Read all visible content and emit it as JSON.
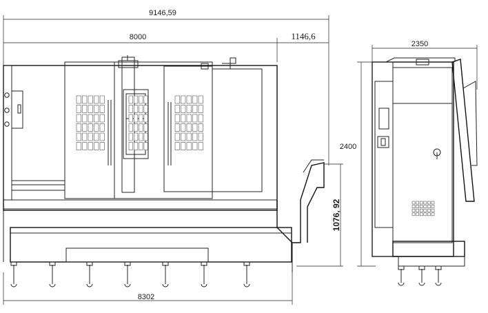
{
  "dimensions": {
    "overall_length": "9146,59",
    "bed_length": "8000",
    "chip_conveyor_extension": "1146,6",
    "base_length": "8302",
    "overall_width": "2350",
    "overall_height": "2400",
    "conveyor_height": "1076, 92"
  },
  "views": [
    "front-view",
    "side-view"
  ]
}
